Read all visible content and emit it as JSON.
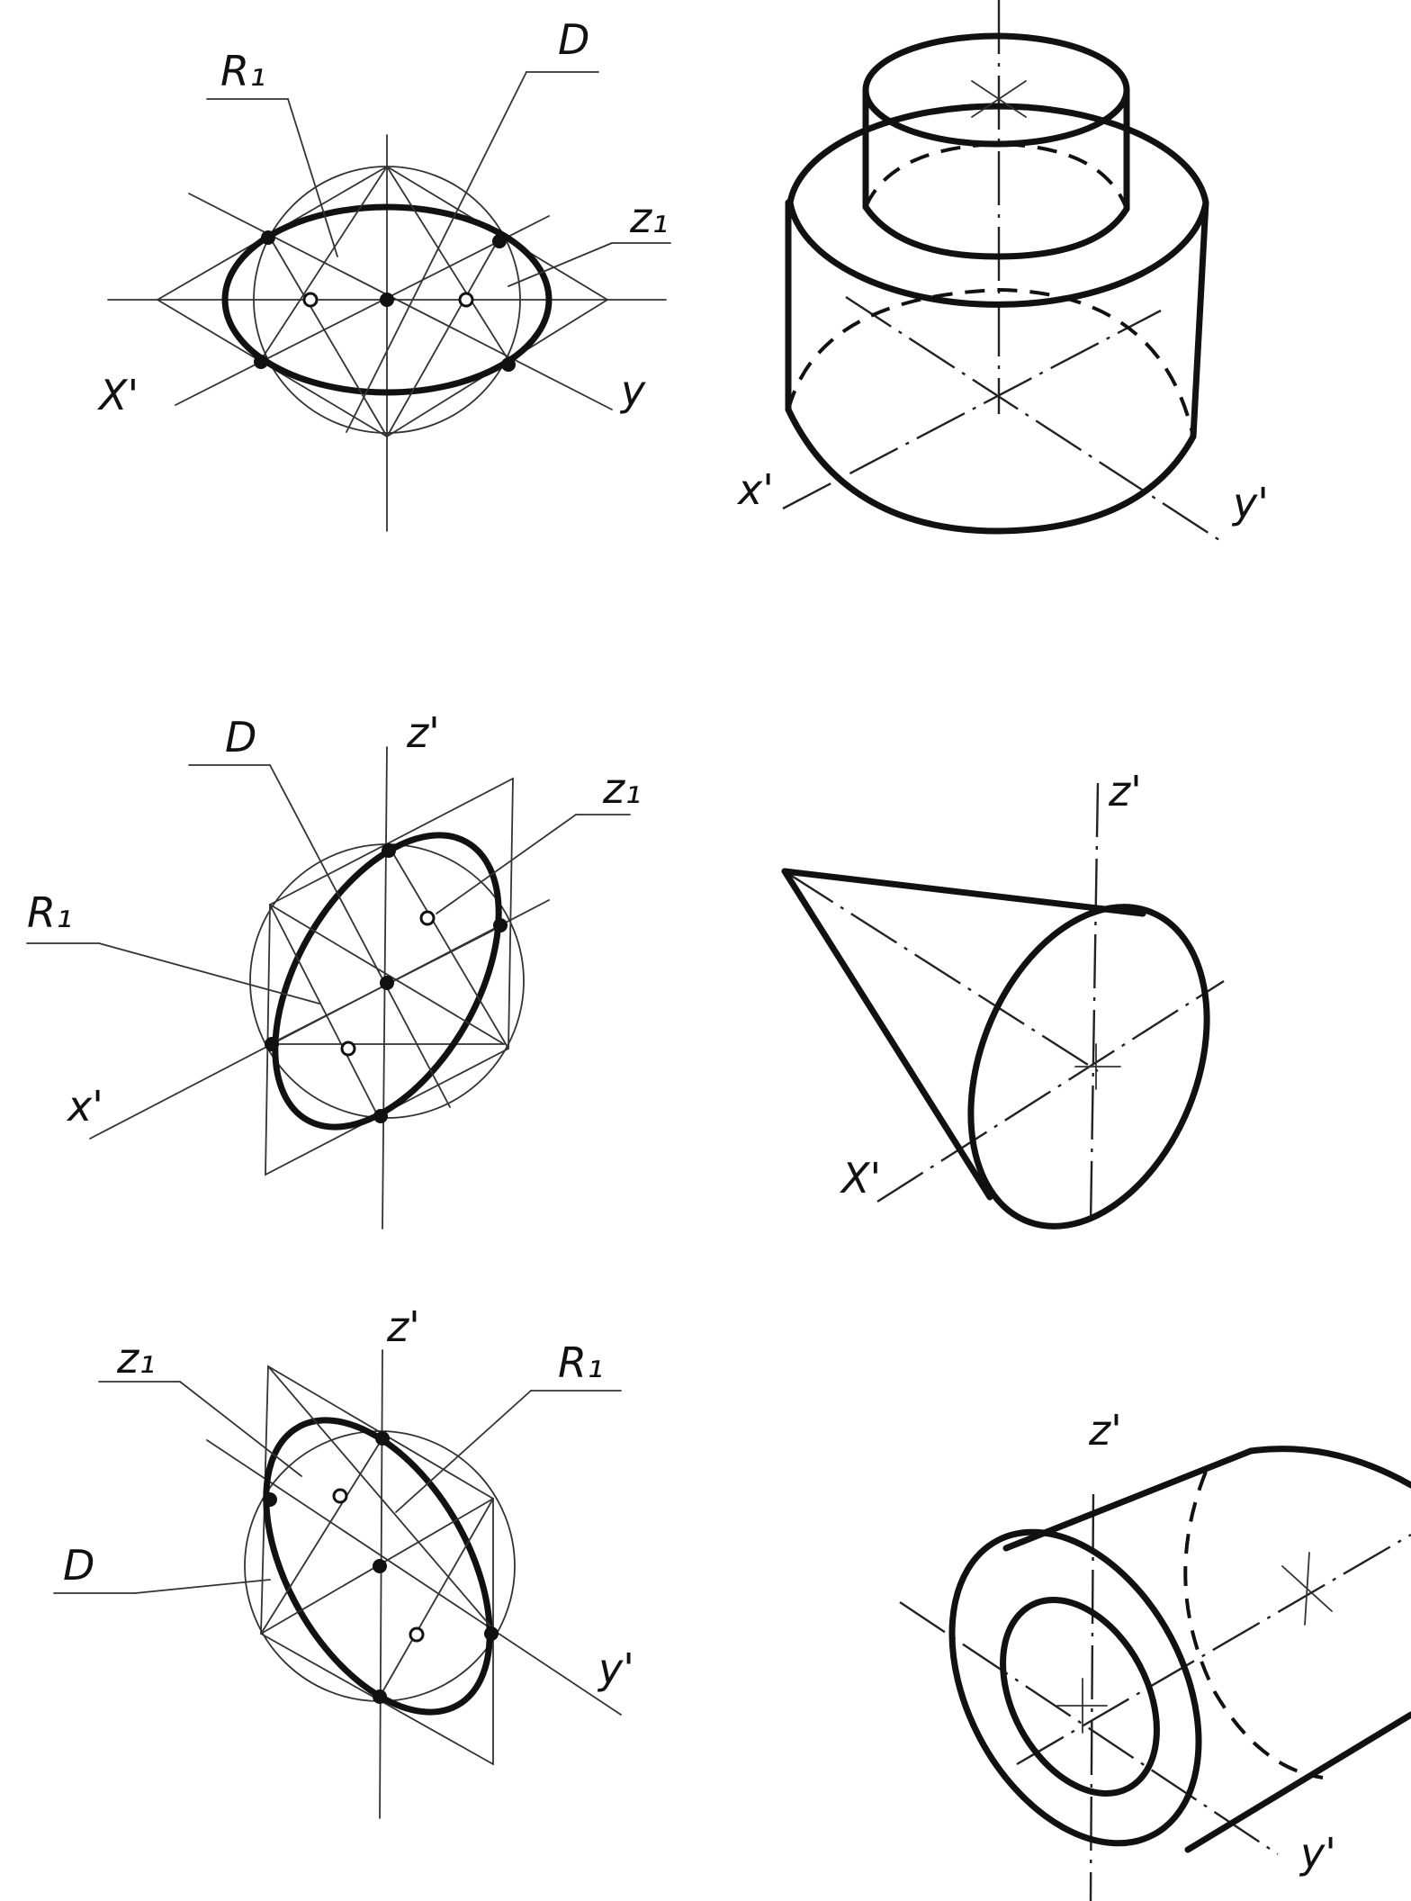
{
  "labels": {
    "fig1": {
      "r1": "R₁",
      "d": "D",
      "z1": "z₁",
      "x": "X'",
      "y": "y"
    },
    "fig2": {
      "x": "x'",
      "y": "y'"
    },
    "fig3": {
      "d": "D",
      "z": "z'",
      "z1": "z₁",
      "r1": "R₁",
      "x": "x'"
    },
    "fig4": {
      "z": "z'",
      "x": "X'"
    },
    "fig5": {
      "z1": "z₁",
      "z": "z'",
      "r1": "R₁",
      "d": "D",
      "y": "y'"
    },
    "fig6": {
      "z": "z'",
      "y": "y'"
    }
  },
  "colors": {
    "ink": "#111111",
    "paper": "#ffffff"
  }
}
